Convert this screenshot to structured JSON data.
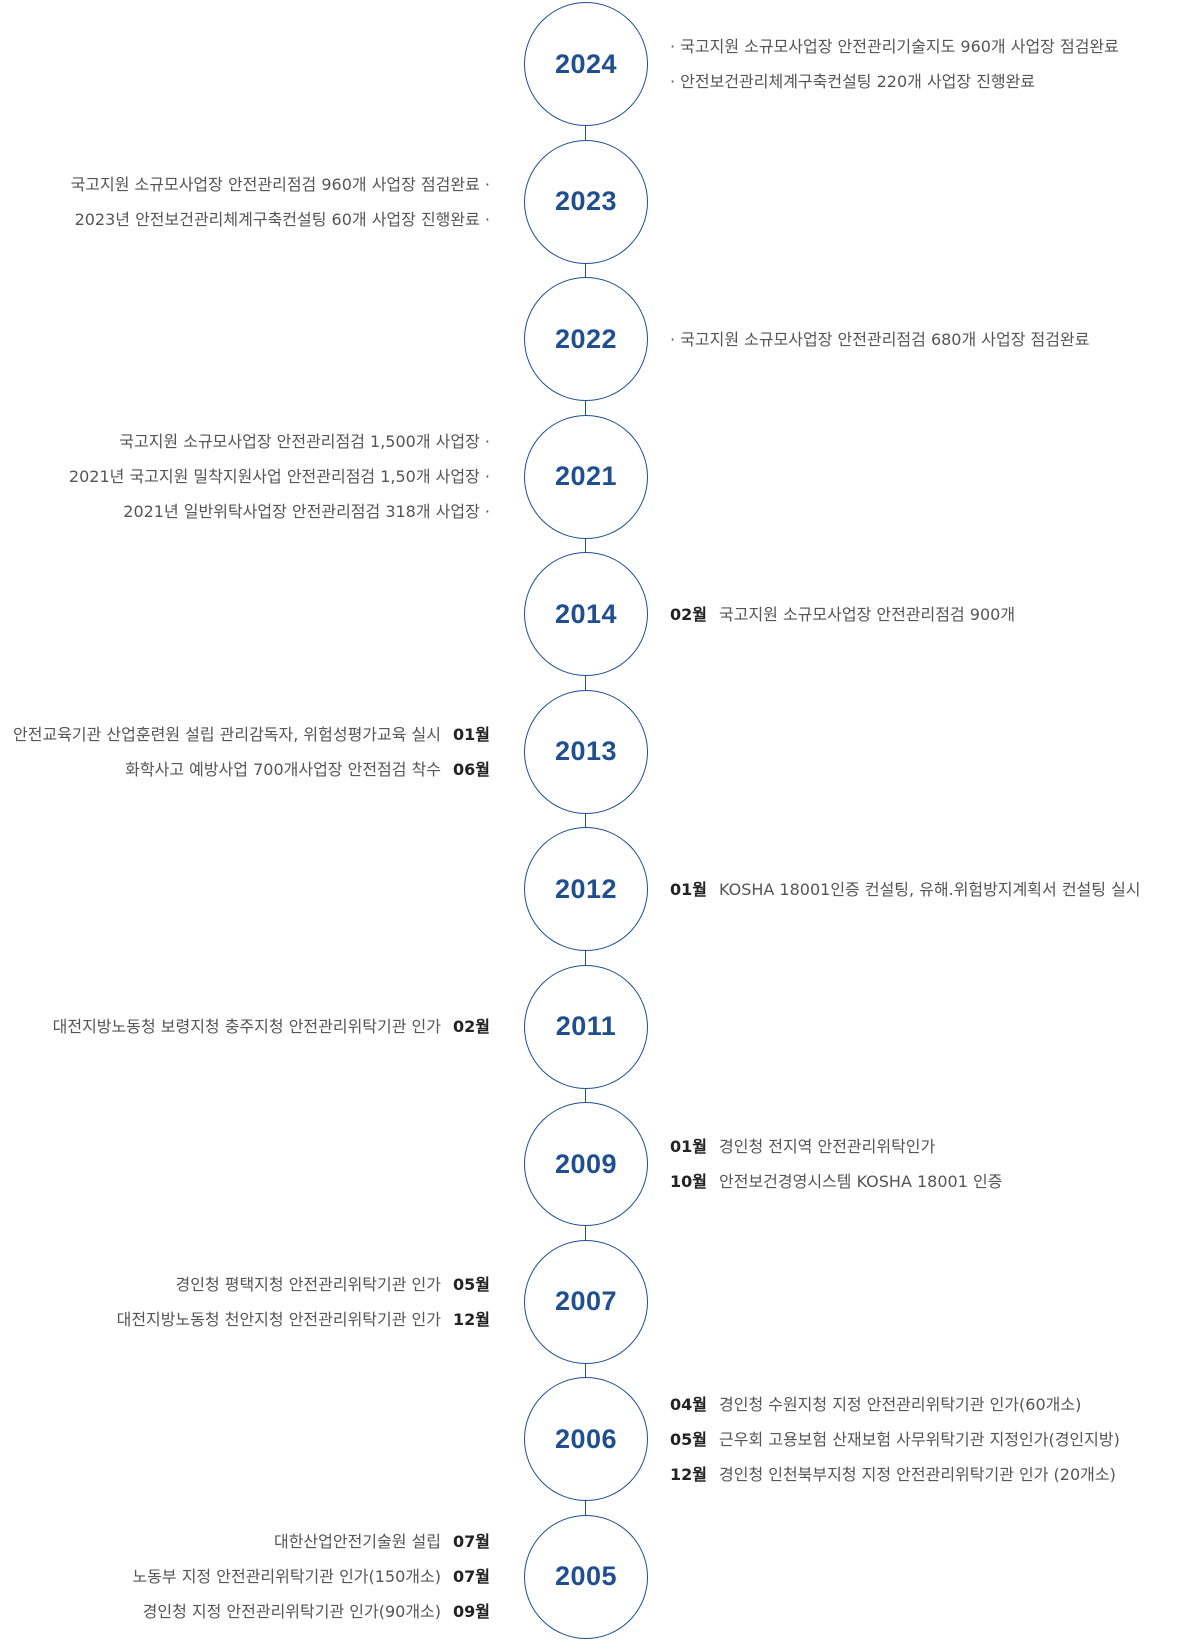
{
  "entries": [
    {
      "year": "2024",
      "side": "right",
      "events": [
        {
          "month": "",
          "text": "· 국고지원 소규모사업장 안전관리기술지도 960개 사업장 점검완료"
        },
        {
          "month": "",
          "text": "· 안전보건관리체계구축컨설팅 220개 사업장 진행완료"
        }
      ]
    },
    {
      "year": "2023",
      "side": "left",
      "events": [
        {
          "month": "",
          "text": "국고지원 소규모사업장 안전관리점검 960개 사업장 점검완료 ·"
        },
        {
          "month": "",
          "text": "2023년 안전보건관리체계구축컨설팅 60개 사업장 진행완료 ·"
        }
      ]
    },
    {
      "year": "2022",
      "side": "right",
      "events": [
        {
          "month": "",
          "text": "· 국고지원 소규모사업장 안전관리점검 680개 사업장 점검완료"
        }
      ]
    },
    {
      "year": "2021",
      "side": "left",
      "events": [
        {
          "month": "",
          "text": "국고지원 소규모사업장 안전관리점검 1,500개 사업장 ·"
        },
        {
          "month": "",
          "text": "2021년 국고지원 밀착지원사업 안전관리점검 1,50개 사업장 ·"
        },
        {
          "month": "",
          "text": "2021년 일반위탁사업장 안전관리점검 318개 사업장 ·"
        }
      ]
    },
    {
      "year": "2014",
      "side": "right",
      "events": [
        {
          "month": "02월",
          "text": "국고지원 소규모사업장 안전관리점검 900개"
        }
      ]
    },
    {
      "year": "2013",
      "side": "left",
      "events": [
        {
          "month": "01월",
          "text": "안전교육기관 산업훈련원 설립 관리감독자, 위험성평가교육 실시"
        },
        {
          "month": "06월",
          "text": "화학사고 예방사업 700개사업장 안전점검 착수"
        }
      ]
    },
    {
      "year": "2012",
      "side": "right",
      "events": [
        {
          "month": "01월",
          "text": "KOSHA 18001인증 컨설팅, 유해.위험방지계획서 컨설팅 실시"
        }
      ]
    },
    {
      "year": "2011",
      "side": "left",
      "events": [
        {
          "month": "02월",
          "text": "대전지방노동청 보령지청 충주지청 안전관리위탁기관 인가"
        }
      ]
    },
    {
      "year": "2009",
      "side": "right",
      "events": [
        {
          "month": "01월",
          "text": "경인청 전지역 안전관리위탁인가"
        },
        {
          "month": "10월",
          "text": "안전보건경영시스템 KOSHA 18001 인증"
        }
      ]
    },
    {
      "year": "2007",
      "side": "left",
      "events": [
        {
          "month": "05월",
          "text": "경인청 평택지청 안전관리위탁기관 인가"
        },
        {
          "month": "12월",
          "text": "대전지방노동청 천안지청 안전관리위탁기관 인가"
        }
      ]
    },
    {
      "year": "2006",
      "side": "right",
      "events": [
        {
          "month": "04월",
          "text": "경인청 수원지청 지정 안전관리위탁기관 인가(60개소)"
        },
        {
          "month": "05월",
          "text": "근우회 고용보험 산재보험 사무위탁기관 지정인가(경인지방)"
        },
        {
          "month": "12월",
          "text": "경인청 인천북부지청 지정 안전관리위탁기관 인가 (20개소)"
        }
      ]
    },
    {
      "year": "2005",
      "side": "left",
      "events": [
        {
          "month": "07월",
          "text": "대한산업안전기술원 설립"
        },
        {
          "month": "07월",
          "text": "노동부 지정 안전관리위탁기관 인가(150개소)"
        },
        {
          "month": "09월",
          "text": "경인청 지정 안전관리위탁기관 인가(90개소)"
        }
      ]
    }
  ]
}
